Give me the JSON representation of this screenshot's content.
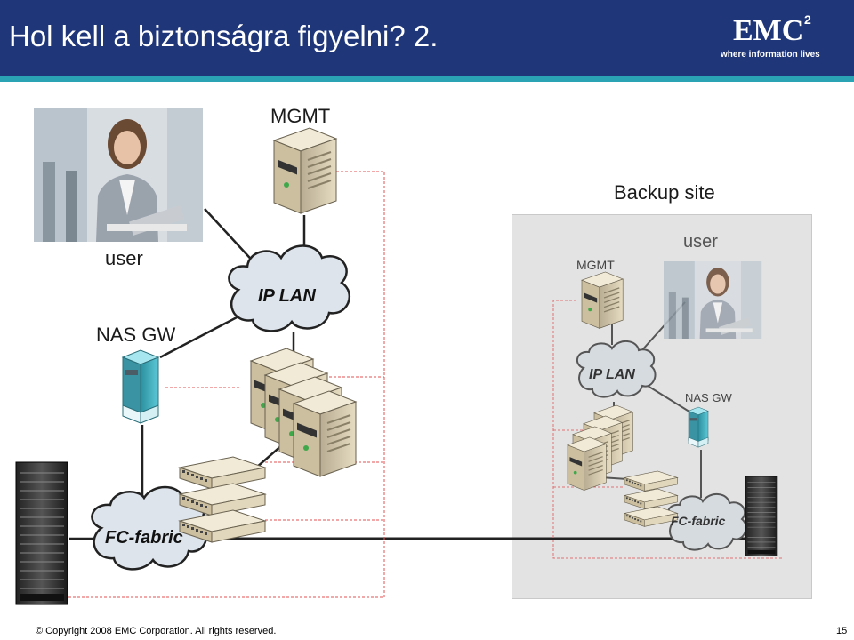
{
  "header": {
    "title": "Hol kell a biztonságra figyelni? 2.",
    "logo_text": "EMC",
    "logo_superscript": "2",
    "logo_tagline": "where information lives"
  },
  "labels": {
    "mgmt": "MGMT",
    "user": "user",
    "nas_gw": "NAS GW",
    "ip_lan": "IP LAN",
    "fc_fabric": "FC-fabric",
    "backup_site": "Backup site"
  },
  "backup": {
    "mgmt": "MGMT",
    "user": "user",
    "nas_gw": "NAS GW",
    "ip_lan": "IP LAN",
    "fc_fabric": "FC-fabric"
  },
  "footer": {
    "copyright": "© Copyright 2008 EMC Corporation. All rights reserved.",
    "page_number": "15"
  },
  "colors": {
    "header_bg": "#1f3679",
    "header_rule": "#2aa3b4",
    "dashed_line": "#e05050",
    "nas_gw": "#3ab5c6",
    "server": "#d8cdb0",
    "backup_bg": "#e3e3e3"
  }
}
